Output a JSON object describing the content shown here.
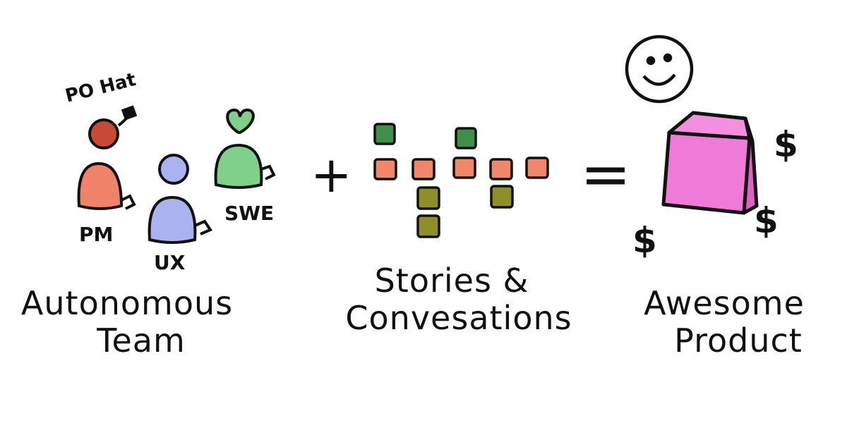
{
  "team": {
    "roles": {
      "po": "PO Hat",
      "pm": "PM",
      "ux": "UX",
      "swe": "SWE"
    },
    "caption_line1": "Autonomous",
    "caption_line2": "Team",
    "colors": {
      "po": "#c74a36",
      "pm": "#f0826a",
      "ux": "#aab2f0",
      "swe": "#7fd08a"
    }
  },
  "operators": {
    "plus": "+",
    "equals": "="
  },
  "stories": {
    "caption_line1": "Stories &",
    "caption_line2": "Convesations",
    "colors": {
      "backbone": "#f0866a",
      "top": "#3f8f4a",
      "below": "#8f8f2a"
    }
  },
  "product": {
    "caption_line1": "Awesome",
    "caption_line2": "Product",
    "dollar": "$",
    "box_color": "#f07ad8",
    "icons": [
      "smiley-face-icon",
      "dollar-sign-icon"
    ]
  }
}
